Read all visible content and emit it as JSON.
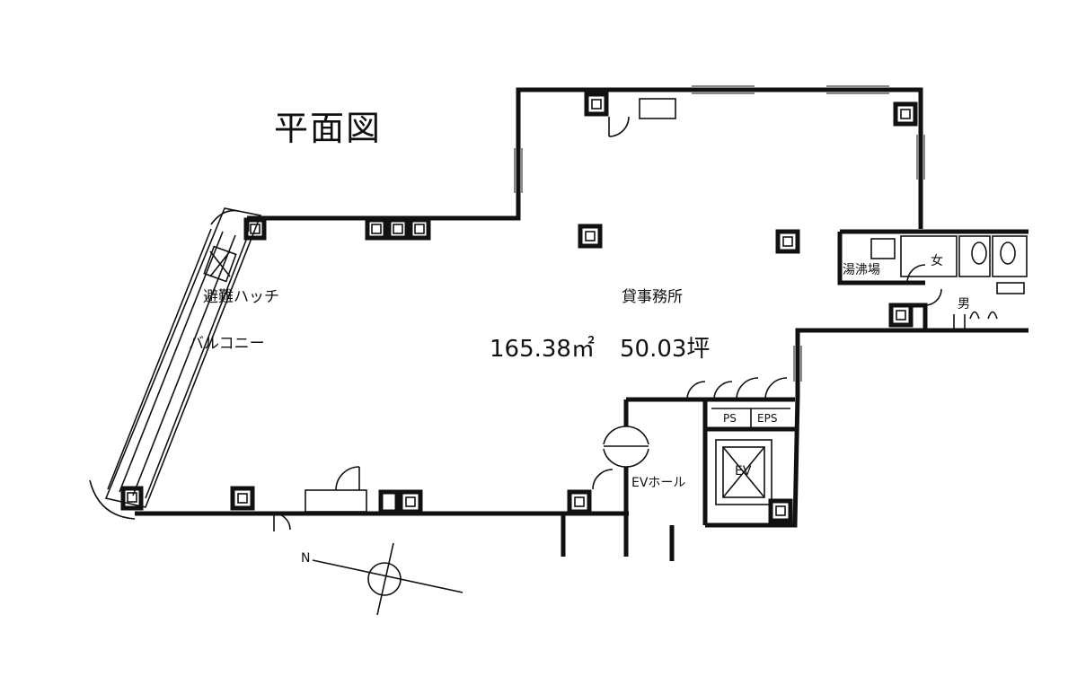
{
  "title": "平面図",
  "rooms": {
    "office": "貸事務所",
    "area_sqm": "165.38㎡",
    "area_tsubo": "50.03坪",
    "evac_hatch": "避難ハッチ",
    "balcony": "バルコニー",
    "kitchenette": "湯沸場",
    "women": "女",
    "men": "男",
    "ev_hall": "EVホール",
    "ev": "EV",
    "ps": "PS",
    "eps": "EPS"
  },
  "compass": {
    "north": "N"
  }
}
